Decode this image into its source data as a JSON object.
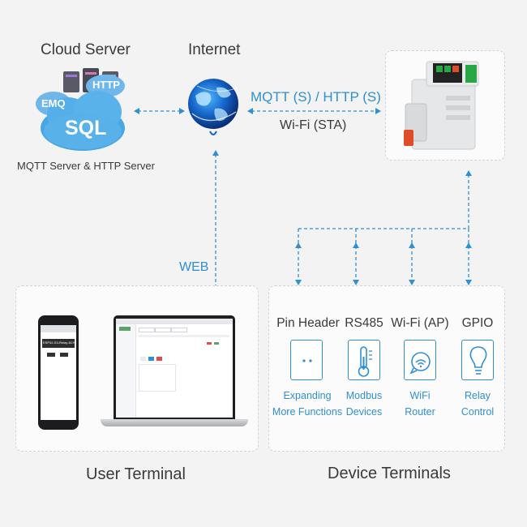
{
  "top": {
    "cloud_server_title": "Cloud Server",
    "cloud_server_caption": "MQTT Server & HTTP Server",
    "cloud_badges": {
      "emq": "EMQ",
      "http": "HTTP",
      "sql": "SQL"
    },
    "internet_title": "Internet",
    "protocol_label": "MQTT (S) / HTTP (S)",
    "wifi_mode_label": "Wi-Fi (STA)",
    "web_label": "WEB"
  },
  "user_terminal": {
    "title": "User Terminal",
    "phone_screen_header": "ESP32-S3-Relay-6CH"
  },
  "device_terminals": {
    "title": "Device Terminals",
    "items": [
      {
        "name": "Pin Header",
        "desc_line1": "Expanding",
        "desc_line2": "More Functions",
        "icon": "pin-header-icon"
      },
      {
        "name": "RS485",
        "desc_line1": "Modbus",
        "desc_line2": "Devices",
        "icon": "thermometer-icon"
      },
      {
        "name": "Wi-Fi (AP)",
        "desc_line1": "WiFi",
        "desc_line2": "Router",
        "icon": "wifi-router-icon"
      },
      {
        "name": "GPIO",
        "desc_line1": "Relay",
        "desc_line2": "Control",
        "icon": "lightbulb-icon"
      }
    ]
  },
  "colors": {
    "accent_blue": "#2f8fd0",
    "cloud_blue": "#49a6e4",
    "background": "#f3f3f4",
    "relay_green": "#28a745"
  }
}
